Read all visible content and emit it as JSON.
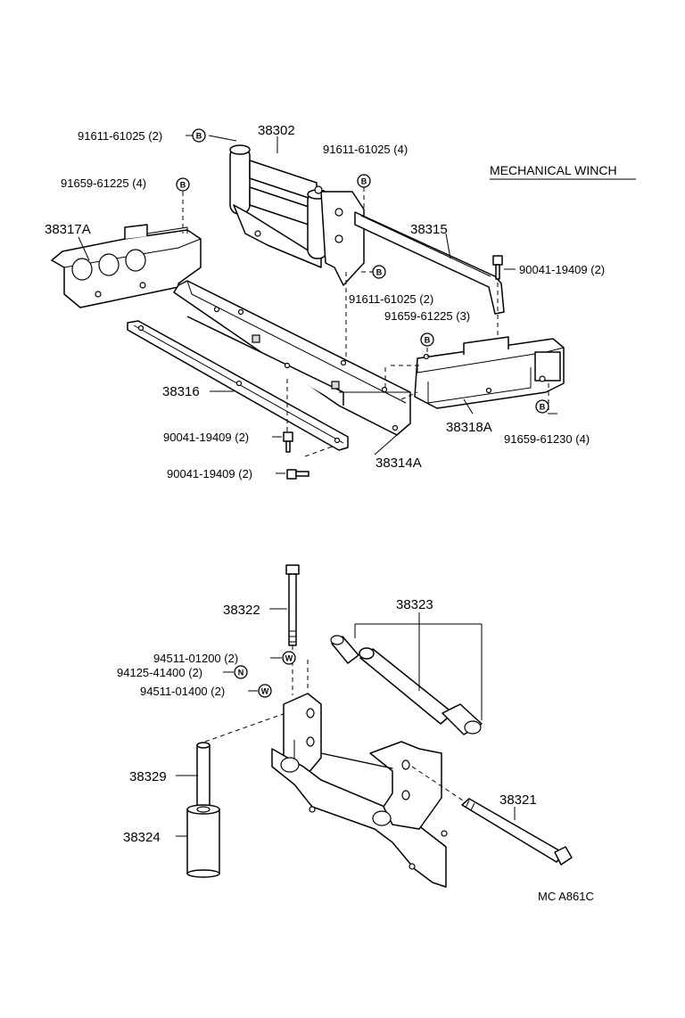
{
  "title": "MECHANICAL WINCH",
  "diagram_code": "MC A861C",
  "parts": {
    "p38302": "38302",
    "p38317A": "38317A",
    "p38315": "38315",
    "p38316": "38316",
    "p38314A": "38314A",
    "p38318A": "38318A",
    "p38322": "38322",
    "p38323": "38323",
    "p38329": "38329",
    "p38324": "38324",
    "p38321": "38321"
  },
  "callouts": {
    "c1": "91611-61025 (2)",
    "c2": "91611-61025 (4)",
    "c3": "91659-61225 (4)",
    "c4": "90041-19409 (2)",
    "c5": "91611-61025 (2)",
    "c6": "91659-61225 (3)",
    "c7": "90041-19409 (2)",
    "c8": "90041-19409 (2)",
    "c9": "91659-61230 (4)",
    "c10": "94511-01200 (2)",
    "c11": "94125-41400 (2)",
    "c12": "94511-01400 (2)"
  },
  "badges": {
    "bolt": "B",
    "washer": "W",
    "nut": "N"
  },
  "icons": [
    "bolt-badge",
    "washer-badge",
    "nut-badge"
  ]
}
